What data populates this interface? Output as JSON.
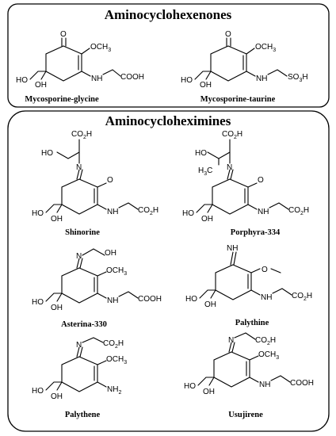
{
  "groups": [
    {
      "title": "Aminocyclohexenones"
    },
    {
      "title": "Aminocycloheximines"
    }
  ],
  "molecules": [
    {
      "name": "Mycosporine-glycine"
    },
    {
      "name": "Mycosporine-taurine"
    },
    {
      "name": "Shinorine"
    },
    {
      "name": "Porphyra-334"
    },
    {
      "name": "Asterina-330"
    },
    {
      "name": "Palythine"
    },
    {
      "name": "Palythene"
    },
    {
      "name": "Usujirene"
    }
  ],
  "atom_labels": {
    "o": "O",
    "och3": "OCH3",
    "o_methyl": "O",
    "ho": "HO",
    "oh": "OH",
    "nh": "NH",
    "n": "N",
    "cooh": "COOH",
    "co2h": "CO2H",
    "so3h": "SO3H",
    "h3c": "H3C",
    "nh2": "NH2"
  }
}
